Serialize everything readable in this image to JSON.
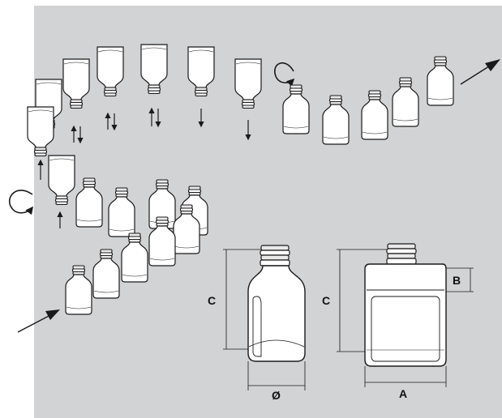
{
  "colors": {
    "panel": "#d2d3d5",
    "glass": "#ffffff",
    "stroke": "#1a1a1a",
    "thread": "#e9e9ea"
  },
  "dimensions": {
    "round_bottle": {
      "height_label": "C",
      "diameter_label": "Ø"
    },
    "square_bottle": {
      "height_label": "C",
      "shoulder_label": "B",
      "width_label": "A"
    }
  },
  "icons": {
    "rotation": "rotate-arrow-icon",
    "flow": "flow-arrow-icon",
    "motion": "up-down-arrow-icon"
  }
}
